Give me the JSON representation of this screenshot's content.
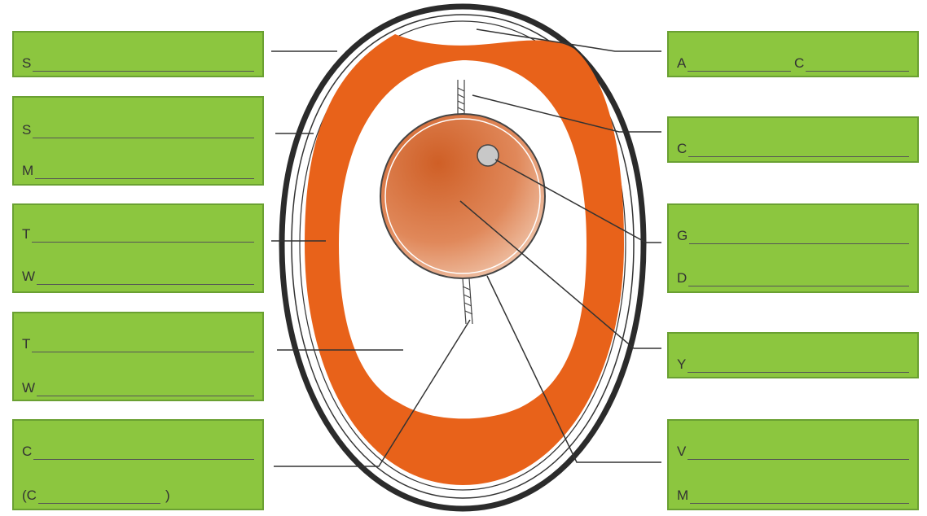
{
  "labels": {
    "left": [
      {
        "rows": [
          "S"
        ]
      },
      {
        "rows": [
          "S",
          "M"
        ]
      },
      {
        "rows": [
          "T",
          "W"
        ]
      },
      {
        "rows": [
          "T",
          "W"
        ]
      },
      {
        "rows": [
          "C",
          "(C"
        ],
        "close_paren": ")"
      }
    ],
    "right": [
      {
        "rows": [
          "A"
        ],
        "second_prefix": "C"
      },
      {
        "rows": [
          "C"
        ]
      },
      {
        "rows": [
          "G",
          "D"
        ]
      },
      {
        "rows": [
          "Y"
        ]
      },
      {
        "rows": [
          "V",
          "M"
        ]
      }
    ]
  },
  "colors": {
    "label_box": "#8cc63f",
    "label_border": "#6aa032",
    "albumen": "#e8621a",
    "yolk": "#d9743a",
    "shell": "#2b2b2b"
  }
}
